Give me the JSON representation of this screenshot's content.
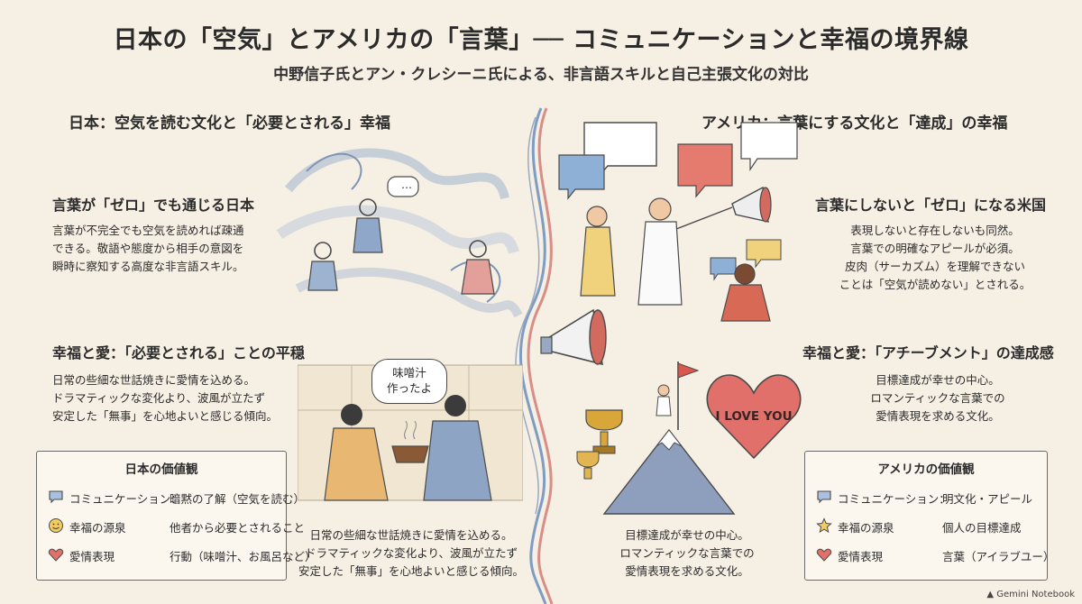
{
  "title": "日本の「空気」とアメリカの「言葉」── コミュニケーションと幸福の境界線",
  "subtitle": "中野信子氏とアン・クレシーニ氏による、非言語スキルと自己主張文化の対比",
  "japan": {
    "heading": "日本：空気を読む文化と「必要とされる」幸福",
    "zero": {
      "heading": "言葉が「ゼロ」でも通じる日本",
      "lines": [
        "言葉が不完全でも空気を読めれば疎通",
        "できる。敬語や態度から相手の意図を",
        "瞬時に察知する高度な非言語スキル。"
      ]
    },
    "love": {
      "heading": "幸福と愛：「必要とされる」ことの平穏",
      "lines": [
        "日常の些細な世話焼きに愛情を込める。",
        "ドラマティックな変化より、波風が立たず",
        "安定した「無事」を心地よいと感じる傾向。"
      ]
    },
    "speech_bubble": "…",
    "miso_bubble": [
      "味噌汁",
      "作ったよ"
    ],
    "caption": [
      "日常の些細な世話焼きに愛情を込める。",
      "ドラマティックな変化より、波風が立たず",
      "安定した「無事」を心地よいと感じる傾向。"
    ],
    "values": {
      "title": "日本の価値観",
      "rows": [
        {
          "key": "コミュニケーション：",
          "value": "暗黙の了解（空気を読む）"
        },
        {
          "key": "幸福の源泉",
          "value": "他者から必要とされること"
        },
        {
          "key": "愛情表現",
          "value": "行動（味噌汁、お風呂など）"
        }
      ]
    }
  },
  "america": {
    "heading": "アメリカ：言葉にする文化と「達成」の幸福",
    "zero": {
      "heading": "言葉にしないと「ゼロ」になる米国",
      "lines": [
        "表現しないと存在しないも同然。",
        "言葉での明確なアピールが必須。",
        "皮肉（サーカズム）を理解できない",
        "ことは「空気が読めない」とされる。"
      ]
    },
    "achieve": {
      "heading": "幸福と愛：「アチーブメント」の達成感",
      "lines": [
        "目標達成が幸せの中心。",
        "ロマンティックな言葉での",
        "愛情表現を求める文化。"
      ]
    },
    "heart_text": "I LOVE YOU",
    "caption": [
      "目標達成が幸せの中心。",
      "ロマンティックな言葉での",
      "愛情表現を求める文化。"
    ],
    "values": {
      "title": "アメリカの価値観",
      "rows": [
        {
          "key": "コミュニケーション：",
          "value": "明文化・アピール"
        },
        {
          "key": "幸福の源泉",
          "value": "個人の目標達成"
        },
        {
          "key": "愛情表現",
          "value": "言葉（アイラブユー）"
        }
      ]
    }
  },
  "footer": "Gemini Notebook",
  "colors": {
    "background": "#f6efe3",
    "heart": "#e2706a",
    "bubble_red": "#e57b6e",
    "bubble_blue": "#8eb0d6",
    "bubble_yellow": "#f0d27c",
    "trophy": "#d9a63a"
  }
}
